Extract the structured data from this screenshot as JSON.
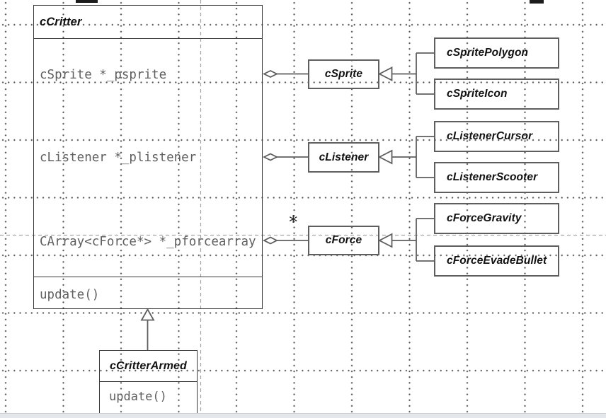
{
  "diagram_type": "uml-class-diagram",
  "classes": {
    "ccritter": {
      "name": "cCritter",
      "members": [
        "cSprite *_psprite",
        "cListener *_plistener",
        "CArray<cForce*> *_pforcearray"
      ],
      "methods": [
        "update()"
      ]
    },
    "csprite": {
      "name": "cSprite"
    },
    "clistener": {
      "name": "cListener"
    },
    "cforce": {
      "name": "cForce"
    },
    "csprite_polygon": {
      "name": "cSpritePolygon"
    },
    "csprite_icon": {
      "name": "cSpriteIcon"
    },
    "clistener_cursor": {
      "name": "cListenerCursor"
    },
    "clistener_scooter": {
      "name": "cListenerScooter"
    },
    "cforce_gravity": {
      "name": "cForceGravity"
    },
    "cforce_evadebullet": {
      "name": "cForceEvadeBullet"
    },
    "ccritter_armed": {
      "name": "cCritterArmed",
      "methods": [
        "update()"
      ]
    }
  },
  "relationships": {
    "aggregations": [
      {
        "from": "cCritter",
        "to": "cSprite",
        "member": "cSprite *_psprite",
        "multiplicity": ""
      },
      {
        "from": "cCritter",
        "to": "cListener",
        "member": "cListener *_plistener",
        "multiplicity": ""
      },
      {
        "from": "cCritter",
        "to": "cForce",
        "member": "CArray<cForce*> *_pforcearray",
        "multiplicity": "*"
      }
    ],
    "force_multiplicity": "*",
    "inheritances": [
      {
        "parent": "cSprite",
        "children": [
          "cSpritePolygon",
          "cSpriteIcon"
        ]
      },
      {
        "parent": "cListener",
        "children": [
          "cListenerCursor",
          "cListenerScooter"
        ]
      },
      {
        "parent": "cForce",
        "children": [
          "cForceGravity",
          "cForceEvadeBullet"
        ]
      },
      {
        "parent": "cCritter",
        "children": [
          "cCritterArmed"
        ]
      }
    ]
  },
  "colors": {
    "background": "#ffffff",
    "grid_dot": "#4f4f4f",
    "guide_line": "#a3a3a3",
    "box_border": "#5e5e5e",
    "main_box_border": "#383838",
    "class_name_text": "#111111",
    "member_text": "#5f5f5f",
    "connector": "#5e5e5e",
    "bottom_bar": "#e3e6ea"
  }
}
